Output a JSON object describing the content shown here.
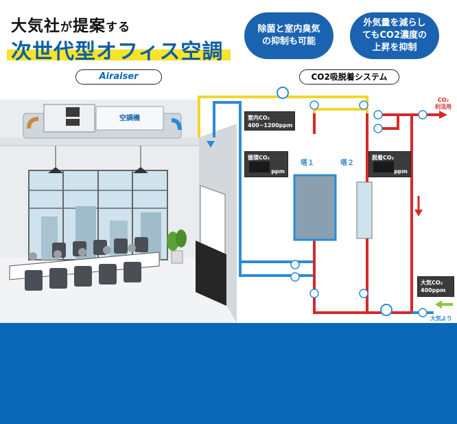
{
  "header": {
    "title_line1_part1": "大気社",
    "title_line1_part2": "が",
    "title_line1_part3": "提案",
    "title_line1_part4": "する",
    "title_line2": "次世代型オフィス空調"
  },
  "bubbles": [
    {
      "text": "除菌と室内臭気\nの抑制も可能"
    },
    {
      "text": "外気量を減らし\nてもCO2濃度の\n上昇を抑制"
    }
  ],
  "labels": {
    "product_name": "Airaiser",
    "system_name": "CO2吸脱着システム",
    "air_conditioner": "空調機",
    "tower1": "塔１",
    "tower2": "塔２",
    "co2_use_line1": "CO₂",
    "co2_use_line2": "利活用",
    "outside_air": "大気より"
  },
  "sensors": {
    "room": {
      "title": "室内CO₂",
      "value": "400~1200ppm"
    },
    "circulation": {
      "title": "循環CO₂",
      "unit": "ppm"
    },
    "desorb": {
      "title": "脱着CO₂",
      "unit": "ppm"
    },
    "atmosphere": {
      "title": "大気CO₂",
      "value": "400ppm"
    }
  },
  "colors": {
    "accent_blue": "#0b67b8",
    "highlight_yellow": "#f7e32b",
    "pipe_yellow": "#f3d62a",
    "pipe_blue": "#2b8ad6",
    "pipe_red": "#d42a2a",
    "arrow_green": "#8cc63f"
  }
}
